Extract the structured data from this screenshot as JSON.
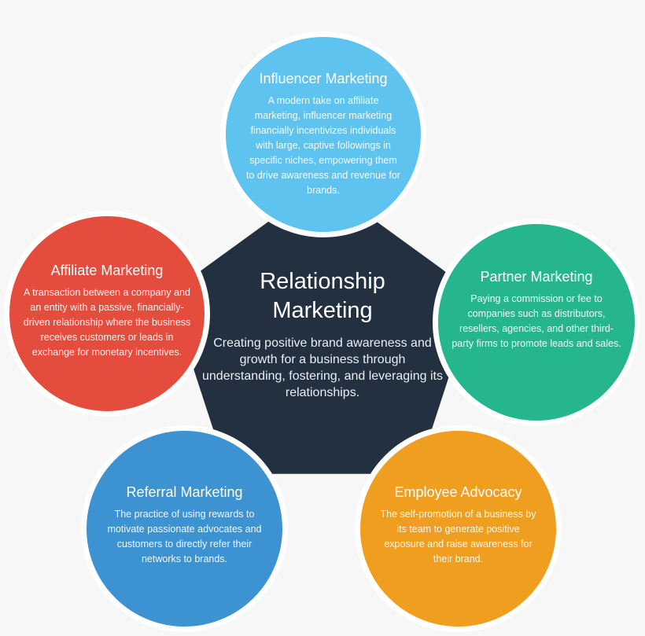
{
  "colors": {
    "background": "#f7f7f7",
    "hub": "#22303f",
    "influencer": "#5ec4ef",
    "affiliate": "#e44c3d",
    "partner": "#25b68d",
    "referral": "#3d92d1",
    "employee": "#f09e1f",
    "ring": "#ffffff"
  },
  "center": {
    "title_line1": "Relationship",
    "title_line2": "Marketing",
    "description": "Creating positive brand awareness and growth for a business through understanding, fostering, and leveraging its relationships."
  },
  "nodes": {
    "influencer": {
      "title": "Influencer Marketing",
      "description": "A modern take on affiliate marketing, influencer marketing financially incentivizes individuals with large, captive followings in specific niches, empowering them to drive awareness and revenue for brands."
    },
    "affiliate": {
      "title": "Affiliate Marketing",
      "description": "A transaction between a company and an entity with a passive, financially-driven relationship where the business receives customers or leads in exchange for monetary incentives."
    },
    "partner": {
      "title": "Partner Marketing",
      "description": "Paying a commission or fee to companies such as distributors, resellers, agencies, and other third-party firms to promote leads and sales."
    },
    "referral": {
      "title": "Referral Marketing",
      "description": "The practice of using rewards to motivate passionate advocates and customers to directly refer their networks to brands."
    },
    "employee": {
      "title": "Employee Advocacy",
      "description": "The self-promotion of a business by its team to generate positive exposure and raise awareness for their brand."
    }
  }
}
